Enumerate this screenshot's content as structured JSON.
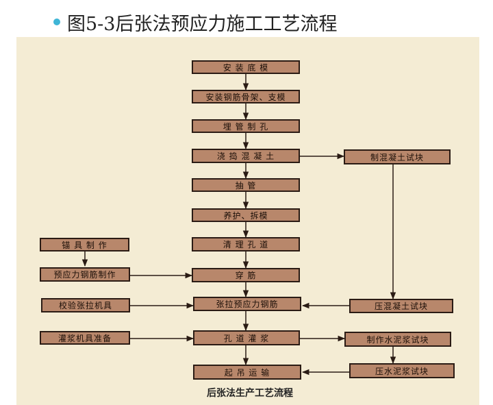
{
  "title": "图5-3后张法预应力施工工艺流程",
  "caption": "后张法生产工艺流程",
  "colors": {
    "bullet": "#3fb5d6",
    "panel_background": "#f4ecd4",
    "box_fill": "#b8876b",
    "box_border": "#2a1b14",
    "line": "#2a1b14"
  },
  "steps": {
    "install_bottom_form": "安 装 底 模",
    "install_rebar_frame": "安装钢筋骨架、支模",
    "embed_pipe_hole": "埋 管 制 孔",
    "pour_concrete": "浇 捣 混 凝 土",
    "pull_pipe": "抽 管",
    "cure_remove_form": "养护、拆模",
    "clean_duct": "清 理 孔 道",
    "thread_tendon": "穿 筋",
    "tension_tendon": "张拉预应力钢筋",
    "grout_duct": "孔 道 灌 浆",
    "lift_transport": "起 吊 运 输"
  },
  "left_steps": {
    "anchor_make": "锚 具 制 作",
    "tendon_make": "预应力钢筋制作",
    "calibrate_jack": "校验张拉机具",
    "grout_equipment": "灌浆机具准备"
  },
  "right_steps": {
    "concrete_specimen": "制混凝土试块",
    "press_concrete_specimen": "压混凝土试块",
    "make_mortar_specimen": "制作水泥浆试块",
    "press_mortar_specimen": "压水泥浆试块"
  }
}
